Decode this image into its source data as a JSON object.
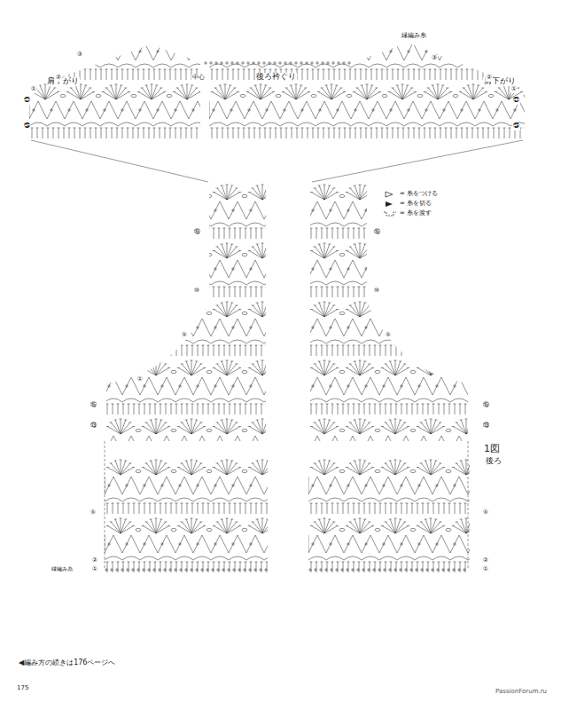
{
  "diagram": {
    "labels": [
      "肩下がり",
      "中心",
      "後ろ衿ぐり",
      "縁編み糸",
      "肩下がり",
      "③",
      "②",
      "①",
      "㉗",
      "㉕",
      "③",
      "②",
      "①",
      "㉗",
      "㉕",
      "⑮",
      "⑩",
      "⑤",
      "①",
      "⑮",
      "⑬",
      "⑮",
      "⑩",
      "⑤",
      "⑮",
      "⑬",
      "⑤",
      "②",
      "①",
      "縁編み糸",
      "⑤",
      "②",
      "①",
      "1図",
      "後ろ",
      "◀編み方の続きは176ページへ",
      "175",
      "PassionForum.ru"
    ],
    "legend": [
      {
        "text": "= 糸をつける"
      },
      {
        "text": "= 糸を切る"
      },
      {
        "text": "= 糸を渡す"
      }
    ]
  }
}
